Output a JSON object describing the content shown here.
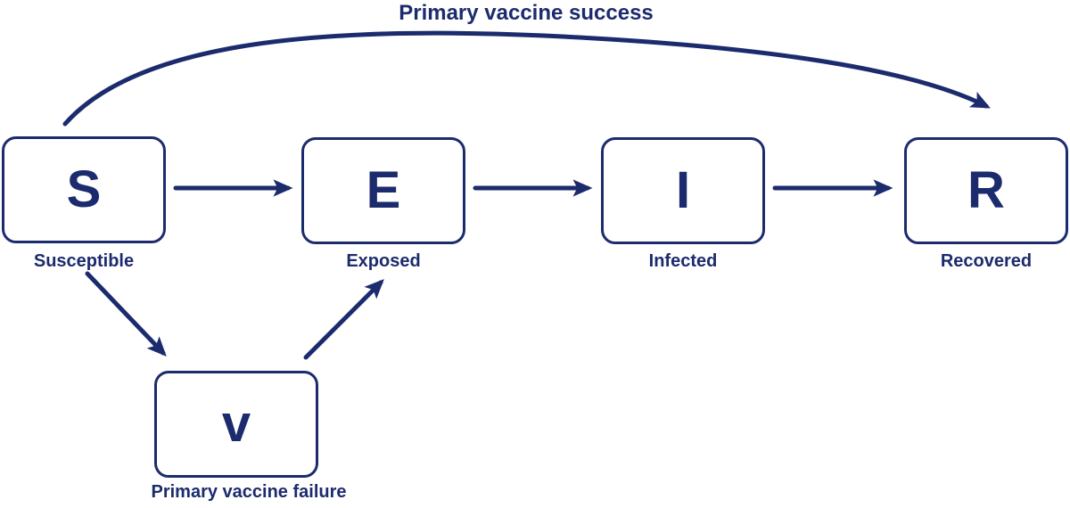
{
  "diagram": {
    "type": "flow-diagram",
    "accent_color": "#1c2b6d",
    "background_color": "#ffffff",
    "curved_edge_label": "Primary vaccine success",
    "nodes": [
      {
        "id": "S",
        "letter": "S",
        "label": "Susceptible"
      },
      {
        "id": "E",
        "letter": "E",
        "label": "Exposed"
      },
      {
        "id": "I",
        "letter": "I",
        "label": "Infected"
      },
      {
        "id": "R",
        "letter": "R",
        "label": "Recovered"
      },
      {
        "id": "V",
        "letter": "v",
        "label": "Primary vaccine failure"
      }
    ],
    "edges": [
      {
        "from": "S",
        "to": "E",
        "style": "straight",
        "label": ""
      },
      {
        "from": "E",
        "to": "I",
        "style": "straight",
        "label": ""
      },
      {
        "from": "I",
        "to": "R",
        "style": "straight",
        "label": ""
      },
      {
        "from": "S",
        "to": "V",
        "style": "straight",
        "label": ""
      },
      {
        "from": "V",
        "to": "E",
        "style": "straight",
        "label": ""
      },
      {
        "from": "S",
        "to": "R",
        "style": "curved",
        "label": "Primary vaccine success"
      }
    ]
  }
}
